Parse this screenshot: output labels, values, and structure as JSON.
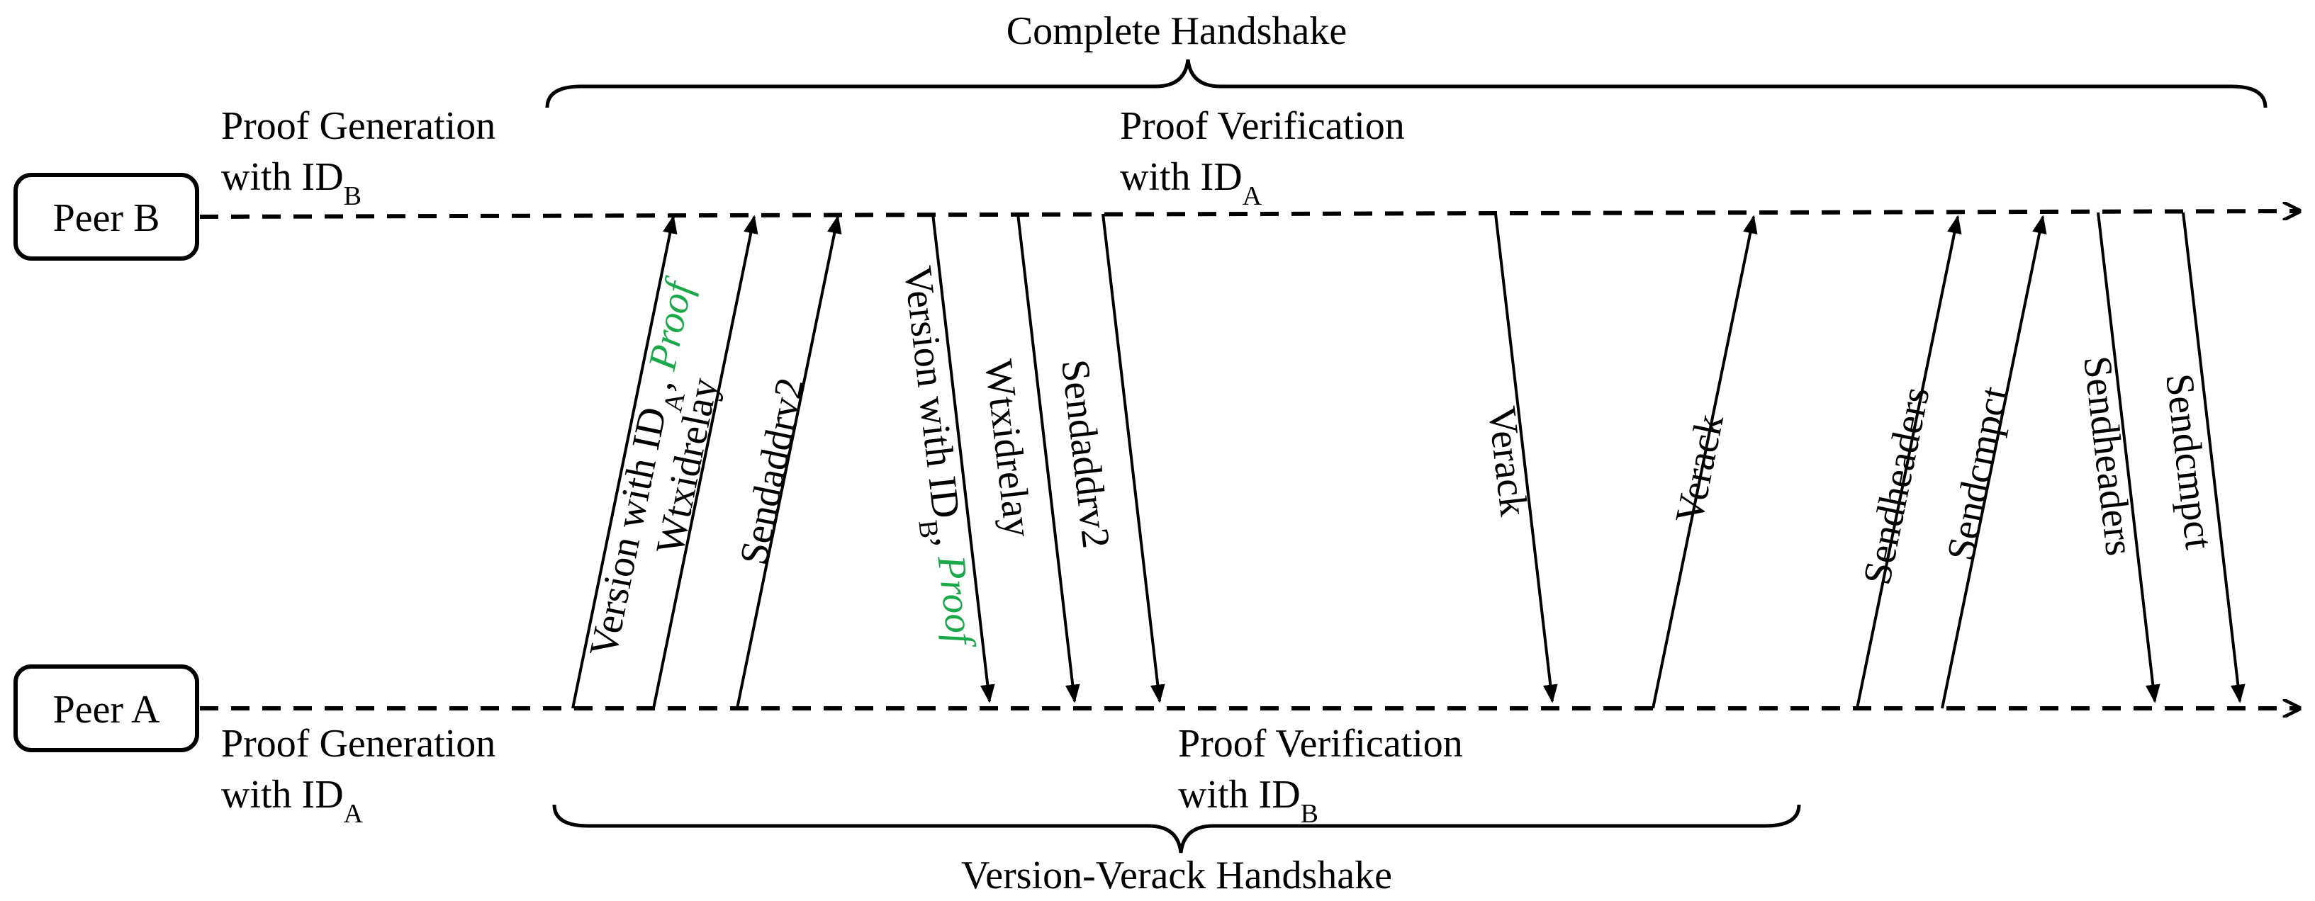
{
  "colors": {
    "proof": "#1aa84a",
    "ink": "#000000",
    "background": "#ffffff"
  },
  "peers": {
    "peer_b": "Peer B",
    "peer_a": "Peer A"
  },
  "braces": {
    "top_label": "Complete Handshake",
    "bottom_label": "Version-Verack Handshake"
  },
  "annotations": {
    "gen_b_line1": "Proof Generation",
    "gen_b_line2": "with ID",
    "gen_b_sub": "B",
    "verif_a_line1": "Proof Verification",
    "verif_a_line2": "with ID",
    "verif_a_sub": "A",
    "gen_a_line1": "Proof Generation",
    "gen_a_line2": "with ID",
    "gen_a_sub": "A",
    "verif_b_line1": "Proof Verification",
    "verif_b_line2": "with ID",
    "verif_b_sub": "B"
  },
  "messages": {
    "version_a_main": "Version with ID",
    "version_a_sub": "A",
    "version_a_sep": ",",
    "version_a_proof": "Proof",
    "a_to_b_wtxidrelay": "Wtxidrelay",
    "a_to_b_sendaddrv2": "Sendaddrv2",
    "version_b_main": "Version with ID",
    "version_b_sub": "B",
    "version_b_sep": ",",
    "version_b_proof": "Proof",
    "b_to_a_wtxidrelay": "Wtxidrelay",
    "b_to_a_sendaddrv2": "Sendaddrv2",
    "b_to_a_verack": "Verack",
    "a_to_b_verack": "Verack",
    "a_to_b_sendheaders": "Sendheaders",
    "a_to_b_sendcmpct": "Sendcmpct",
    "b_to_a_sendheaders": "Sendheaders",
    "b_to_a_sendcmpct": "Sendcmpct"
  }
}
